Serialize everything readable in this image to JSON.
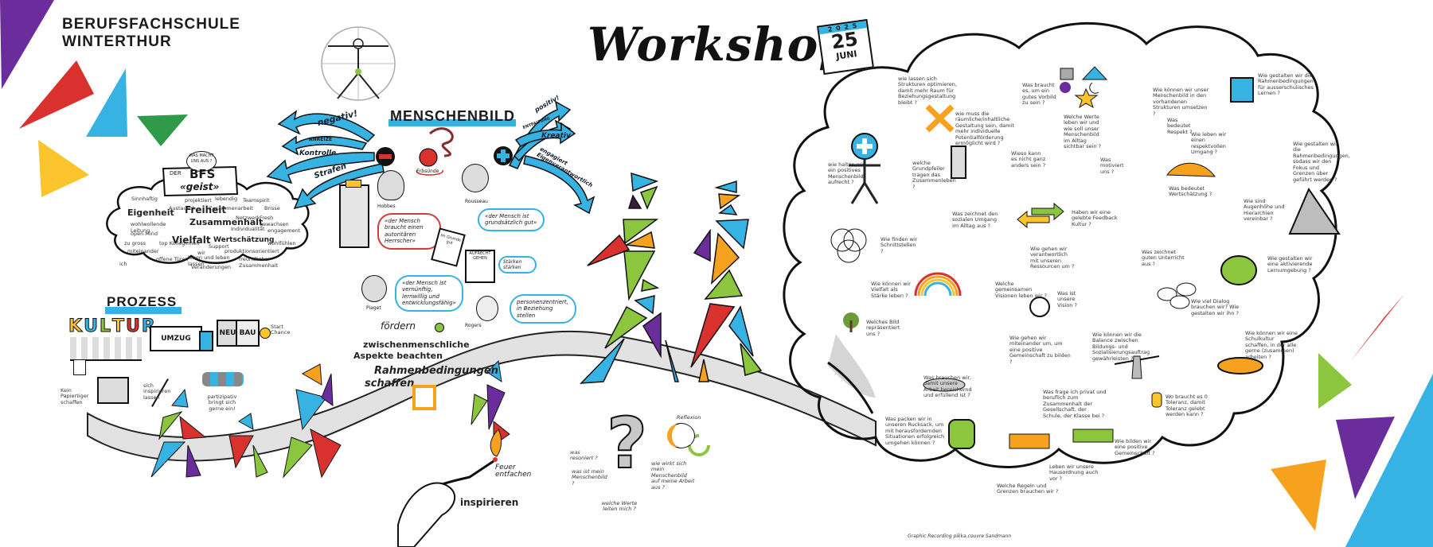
{
  "header": {
    "school_line1": "BERUFSFACHSCHULE",
    "school_line2": "WINTERTHUR",
    "title": "Workshop",
    "calendar": {
      "year": "2 0 2 5",
      "day": "25",
      "month": "JUNI"
    }
  },
  "bfs_geist": {
    "speech": "WAS MACHT UNS AUS ?",
    "banner_small": "DER",
    "banner_big": "BFS",
    "banner_sub": "«geist»",
    "words_big": [
      "Eigenheit",
      "Freiheit",
      "Zusammenhalt",
      "Vielfalt",
      "Wertschätzung"
    ],
    "words_small": [
      "Sinnhaftig",
      "projektiert",
      "lebendig",
      "Teamspirit",
      "Austausch",
      "Zusammenarbeit",
      "Brisse",
      "Netzwerk",
      "Fresh gewachsen",
      "wohlwollende Leitung",
      "Individualität",
      "engagement",
      "open Mind",
      "zu gross",
      "top Kolleginnen",
      "Support",
      "wohlfühlen",
      "miteinander",
      "wir",
      "produktionsorientiert",
      "offene Türen",
      "leben und leben lassen",
      "freundlicher Zusammenhalt",
      "ich",
      "Veränderungen"
    ]
  },
  "menschenbild": {
    "title": "MENSCHENBILD",
    "negative_arrows": [
      "negativ!",
      "ANREIZE",
      "Kontrolle",
      "Strafen"
    ],
    "positive_arrows": [
      "positiv!",
      "ENTFALTUNG",
      "Kreativ",
      "engagiert Eigenverantwortlich"
    ],
    "erbsuende": "Erbsünde",
    "persons": [
      {
        "name": "Hobbes",
        "quote": "«der Mensch braucht einen autoritären Herrscher»"
      },
      {
        "name": "Rousseau",
        "quote": "«der Mensch ist grundsätzlich gut»"
      },
      {
        "name": "Piaget",
        "quote": "«der Mensch ist vernünftig, lernwillig und entwicklungsfähig»"
      },
      {
        "name": "Rogers",
        "quote": "personenzentriert, in Beziehung stellen"
      }
    ],
    "book_label": "Im Grunde gut",
    "book2_label": "AUFRECHT GEHEN",
    "staerken_bubble": "Stärken stärken"
  },
  "actions": {
    "foerdern": "fördern",
    "line2": "zwischenmenschliche",
    "line3": "Aspekte beachten",
    "line4": "Rahmenbedingungen",
    "line5": "schaffen"
  },
  "prozess": {
    "title": "PROZESS",
    "kultur_letters": [
      "K",
      "U",
      "L",
      "T",
      "U",
      "R"
    ],
    "truck_label": "UMZUG",
    "neubau_left": "NEU",
    "neubau_right": "BAU",
    "start_chance": "Start Chance",
    "kein_papiertiger": "Kein Papiertiger schaffen",
    "sich_inspirieren": "sich inspirieren lassen",
    "partizipativ": "partizipativ bringt sich gerne ein!"
  },
  "bottom": {
    "feuer": "Feuer entfachen",
    "inspirieren": "inspirieren",
    "reflexion": "Reflexion",
    "questions": [
      "was resoniert ?",
      "was ist mein Menschenbild ?",
      "welche Werte leiten mich ?",
      "wie wirkt sich mein Menschenbild auf meine Arbeit aus ?"
    ]
  },
  "cloud_questions": [
    "wie halten wir ein positives Menschenbild aufrecht ?",
    "wie lassen sich Strukturen optimieren, damit mehr Raum für Beziehungsgestaltung bleibt ?",
    "wie muss die räumliche/inhaltliche Gestaltung sein, damit mehr individuelle Potentialförderung ermöglicht wird ?",
    "welche Grundpfeiler tragen das Zusammenleben ?",
    "Was braucht es, um ein gutes Vorbild zu sein ?",
    "Welche Werte leben wir und wie soll unser Menschenbild im Alltag sichtbar sein ?",
    "Wieso kann es nicht ganz anders sein ?",
    "Was motiviert uns ?",
    "Wie können wir unser Menschenbild in den vorhandenen Strukturen umsetzen ?",
    "Was bedeutet Respekt ?",
    "Wie leben wir einen respektvollen Umgang ?",
    "Wie gestalten wir die Rahmenbedingungen für ausserschulisches Lernen ?",
    "Wie gestalten wir die Rahmenbedingungen, sodass wir den Fokus und Grenzen über geführt werden ?",
    "Was bedeutet Wertschätzung ?",
    "Wie sind Augenhöhe und Hierarchien vereinbar ?",
    "Was zeichnet den sozialen Umgang im Alltag aus ?",
    "Haben wir eine gelebte Feedback Kultur ?",
    "Wie finden wir Schnittstellen ?",
    "Wie gehen wir verantwortlich mit unseren Ressourcen um ?",
    "Was zeichnet guten Unterricht aus ?",
    "Wie gestalten wir eine aktivierende Lernumgebung ?",
    "Wie können wir Vielfalt als Stärke leben ?",
    "Welche gemeinsamen Visionen leben wir ?",
    "Was ist unsere Vision ?",
    "Wie viel Dialog brauchen wir? Wie gestalten wir ihn ?",
    "Welches Bild repräsentiert uns ?",
    "Wie gehen wir miteinander um, um eine positive Gemeinschaft zu bilden ?",
    "Wie können wir die Balance zwischen Bildungs- und Sozialisierungsauftrag gewährleisten ?",
    "Wie können wir eine Schulkultur schaffen, in der alle gerne (zusammen) arbeiten ?",
    "Was brauchen wir, damit unsere Arbeit bereichernd und erfüllend ist ?",
    "Was frage ich privat und beruflich zum Zusammenhalt der Gesellschaft, der Schule, der Klasse bei ?",
    "Wo braucht es 0 Toleranz, damit Toleranz gelebt werden kann ?",
    "Was packen wir in unseren Rucksack, um mit herausfordernden Situationen erfolgreich umgehen können ?",
    "Wie bilden wir eine positive Gemeinschaft ?",
    "Leben wir unsere Hausordnung auch vor ?",
    "Welche Regeln und Grenzen brauchen wir ?"
  ],
  "footer": {
    "credit": "Graphic Recording   pikka.couvre Sandmann"
  },
  "colors": {
    "blue": "#36b3e3",
    "red": "#d9312e",
    "green": "#8cc63f",
    "darkgreen": "#2f9a4a",
    "yellow": "#fbc42c",
    "orange": "#f6a21e",
    "purple": "#6b2c9c"
  }
}
